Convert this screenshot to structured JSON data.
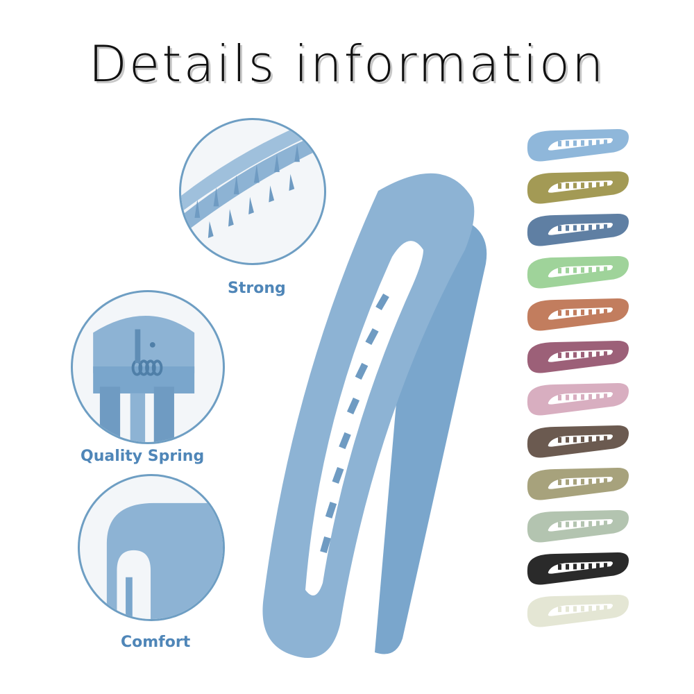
{
  "header": {
    "title": "Details information"
  },
  "features": [
    {
      "label": "Strong",
      "icon": "comb-teeth-detail"
    },
    {
      "label": "Quality Spring",
      "icon": "spring-hinge-detail"
    },
    {
      "label": "Comfort",
      "icon": "smooth-edge-detail"
    }
  ],
  "colors": {
    "accent": "#4f86b8",
    "ring": "#6e9ec3",
    "main_clip": "#8db3d4"
  },
  "variants": [
    {
      "name": "sky-blue",
      "color": "#8fb7da"
    },
    {
      "name": "olive",
      "color": "#a39a55"
    },
    {
      "name": "slate-blue",
      "color": "#5f7fa3"
    },
    {
      "name": "mint-green",
      "color": "#9fd39a"
    },
    {
      "name": "terracotta",
      "color": "#c27d5e"
    },
    {
      "name": "mauve",
      "color": "#9c6078"
    },
    {
      "name": "blush-pink",
      "color": "#d8aec0"
    },
    {
      "name": "dark-brown",
      "color": "#6b5a50"
    },
    {
      "name": "khaki",
      "color": "#a7a27c"
    },
    {
      "name": "sage",
      "color": "#b3c4b0"
    },
    {
      "name": "black",
      "color": "#2a2a2a"
    },
    {
      "name": "cream",
      "color": "#e4e6d4"
    }
  ]
}
